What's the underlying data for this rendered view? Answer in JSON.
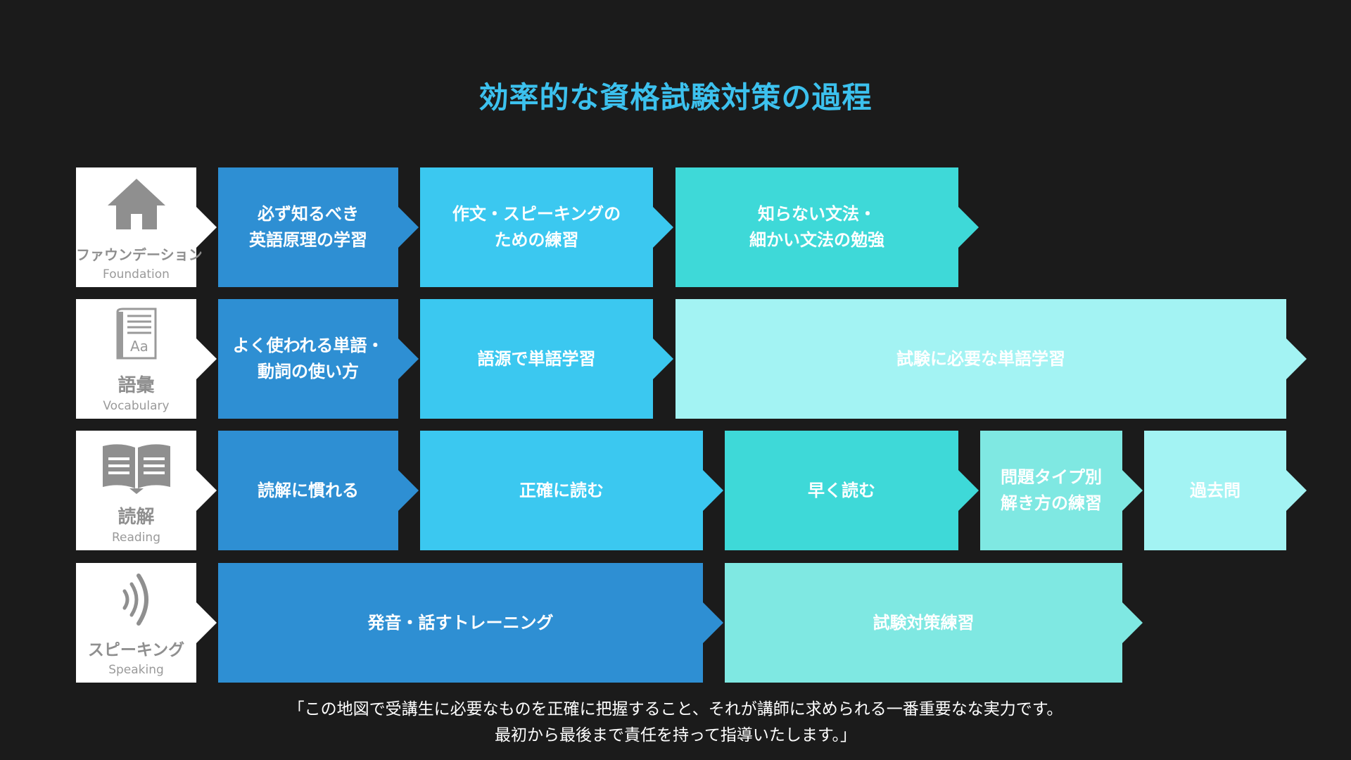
{
  "title": "効率的な資格試験対策の過程",
  "colors": {
    "background": "#1b1b1b",
    "title": "#3cc1ee",
    "dark_blue": "#2e8fd3",
    "sky_blue": "#3bc8f0",
    "teal": "#3ed9d8",
    "light_teal": "#7fe8e2",
    "pale_cyan": "#a3f3f3"
  },
  "categories": [
    {
      "icon": "house-icon",
      "label": "ファウンデーション",
      "sub": "Foundation"
    },
    {
      "icon": "book-dictionary-icon",
      "label": "語彙",
      "sub": "Vocabulary"
    },
    {
      "icon": "open-book-icon",
      "label": "読解",
      "sub": "Reading"
    },
    {
      "icon": "sound-wave-icon",
      "label": "スピーキング",
      "sub": "Speaking"
    }
  ],
  "rows": [
    {
      "steps": [
        {
          "label": "必ず知るべき\n英語原理の学習",
          "color": "#2e8fd3"
        },
        {
          "label": "作文・スピーキングの\nための練習",
          "color": "#3bc8f0"
        },
        {
          "label": "知らない文法・\n細かい文法の勉強",
          "color": "#3ed9d8"
        }
      ]
    },
    {
      "steps": [
        {
          "label": "よく使われる単語・\n動詞の使い方",
          "color": "#2e8fd3"
        },
        {
          "label": "語源で単語学習",
          "color": "#3bc8f0"
        },
        {
          "label": "試験に必要な単語学習",
          "color": "#a3f3f3"
        }
      ]
    },
    {
      "steps": [
        {
          "label": "読解に慣れる",
          "color": "#2e8fd3"
        },
        {
          "label": "正確に読む",
          "color": "#3bc8f0"
        },
        {
          "label": "早く読む",
          "color": "#3ed9d8"
        },
        {
          "label": "問題タイプ別\n解き方の練習",
          "color": "#7fe8e2"
        },
        {
          "label": "過去問",
          "color": "#a3f3f3"
        }
      ]
    },
    {
      "steps": [
        {
          "label": "発音・話すトレーニング",
          "color": "#2e8fd3"
        },
        {
          "label": "試験対策練習",
          "color": "#7fe8e2"
        }
      ]
    }
  ],
  "footer": {
    "line1": "「この地図で受講生に必要なものを正確に把握すること、それが講師に求められる一番重要なな実力です。",
    "line2": "最初から最後まで責任を持って指導いたします。」"
  }
}
